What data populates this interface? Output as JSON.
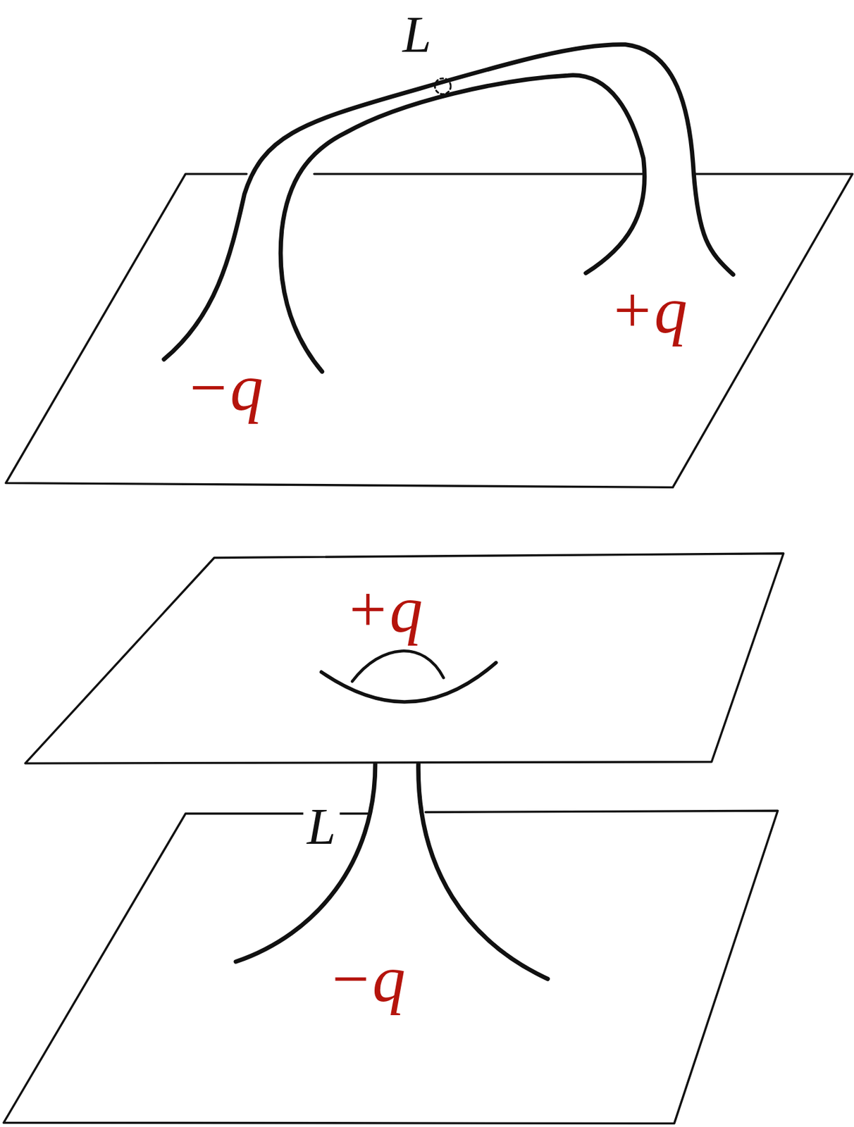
{
  "diagram": {
    "labels": [
      "L",
      "−q",
      "+q",
      "+q",
      "L",
      "−q"
    ]
  }
}
